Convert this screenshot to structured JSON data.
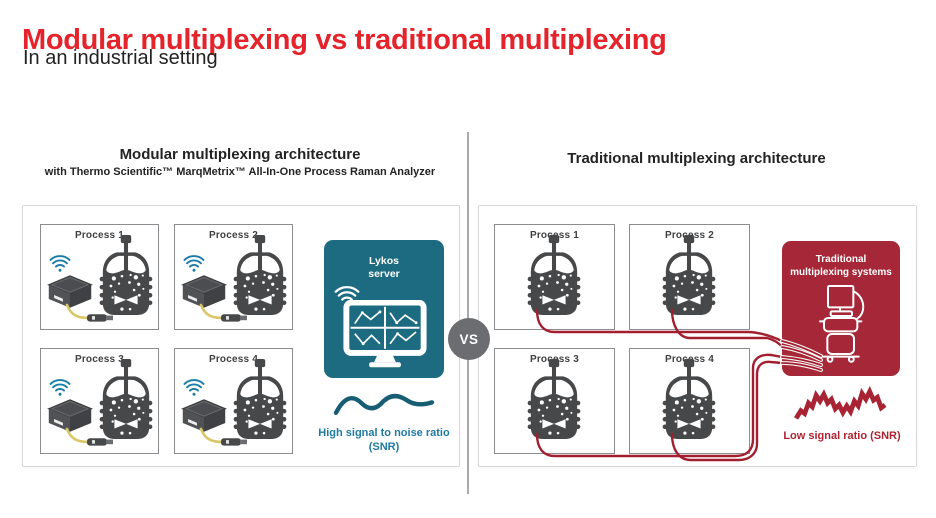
{
  "header": {
    "title": "Modular multiplexing vs traditional multiplexing",
    "subtitle": "In an industrial setting"
  },
  "vs_label": "VS",
  "left": {
    "header": "Modular multiplexing architecture",
    "subheader": "with Thermo Scientific™ MarqMetrix™ All-In-One Process Raman Analyzer",
    "processes": [
      "Process 1",
      "Process 2",
      "Process 3",
      "Process 4"
    ],
    "server_label_lines": [
      "Lykos",
      "server"
    ],
    "caption_lines": [
      "High signal to noise ratio",
      "(SNR)"
    ]
  },
  "right": {
    "header": "Traditional multiplexing architecture",
    "processes": [
      "Process 1",
      "Process 2",
      "Process 3",
      "Process 4"
    ],
    "system_label_lines": [
      "Traditional",
      "multiplexing systems"
    ],
    "caption": "Low signal ratio (SNR)"
  },
  "icons": {
    "wifi": "wifi-icon",
    "tank": "process-tank-icon",
    "analyzer": "analyzer-device-icon",
    "probe": "probe-cable-icon",
    "monitor": "server-monitor-icon",
    "cart": "multiplexer-cart-icon",
    "smooth_wave": "high-snr-wave-icon",
    "jagged_wave": "low-snr-wave-icon"
  },
  "colors": {
    "accent_red": "#e5232b",
    "brand_teal": "#1d6b80",
    "dark_red": "#a62737",
    "cable_red": "#a21f30",
    "wifi_teal": "#1a7ca8",
    "device_gray": "#47484a",
    "vs_gray": "#6c6d70"
  }
}
